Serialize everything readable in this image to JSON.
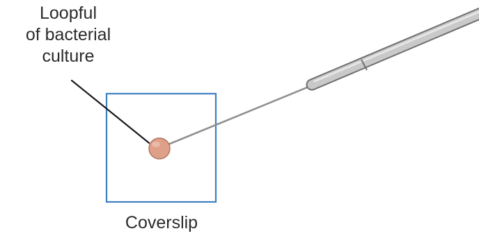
{
  "labels": {
    "loopful": [
      "Loopful",
      "of bacterial",
      "culture"
    ],
    "coverslip": "Coverslip"
  },
  "colors": {
    "coverslip_border": "#3d7fc1",
    "culture_drop": "#dfa08a",
    "culture_drop_edge": "#b07560",
    "loop_wire": "#8f8f8f",
    "handle_fill": "#c9c9c9",
    "handle_edge": "#6f6f6f",
    "leader_line": "#1a1a1a",
    "text": "#2b2b2b"
  }
}
